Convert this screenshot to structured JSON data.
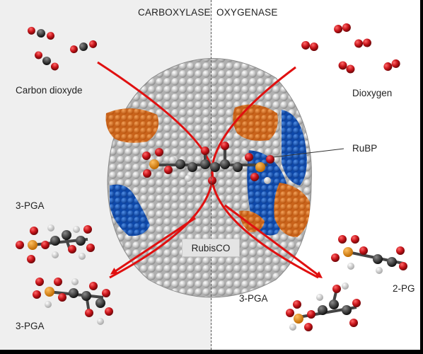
{
  "labels": {
    "carboxylase": "CARBOXYLASE",
    "oxygenase": "OXYGENASE",
    "carbon_dioxide": "Carbon dioxyde",
    "dioxygen": "Dioxygen",
    "rubp": "RuBP",
    "pga_left_top": "3-PGA",
    "pga_left_bottom": "3-PGA",
    "pga_right": "3-PGA",
    "pg": "2-PG",
    "rubisco": "RubisCO"
  },
  "colors": {
    "left_panel": "#efefef",
    "right_panel": "#ffffff",
    "arrow": "#e01010",
    "protein_grey": "#b0b0b0",
    "protein_blue": "#0d47a8",
    "protein_orange": "#c8621a"
  }
}
